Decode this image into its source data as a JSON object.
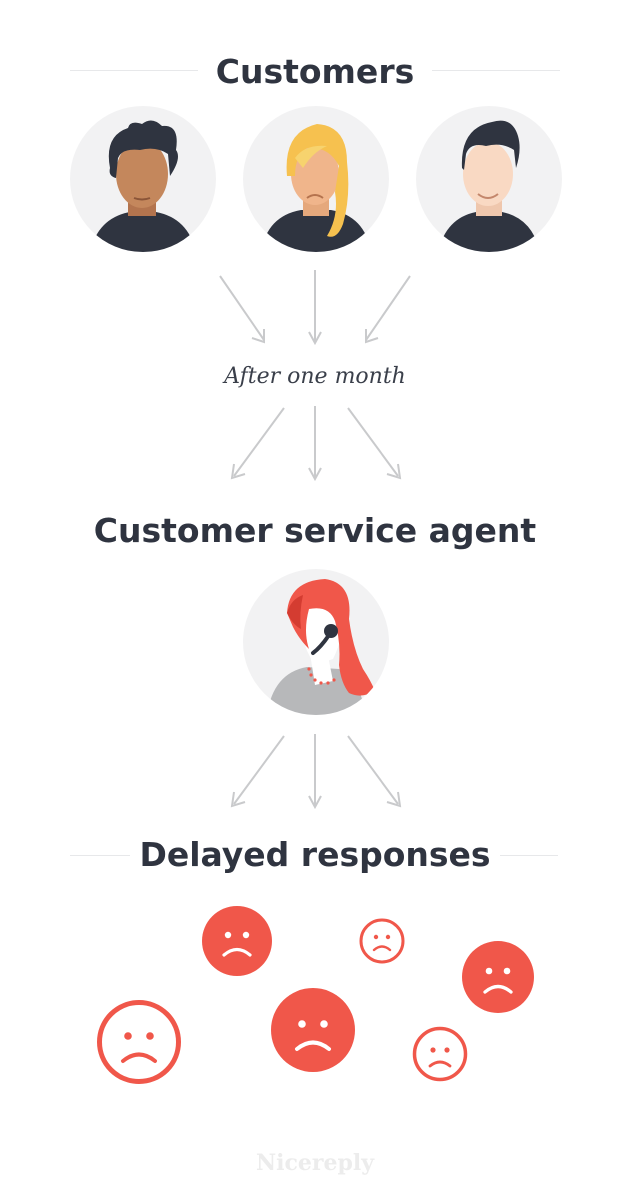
{
  "sections": {
    "customers_title": "Customers",
    "caption": "After one month",
    "agent_title": "Customer service agent",
    "responses_title": "Delayed responses"
  },
  "avatars": {
    "customer_1": "customer-male-dark-skin",
    "customer_2": "customer-female-blonde",
    "customer_3": "customer-male-light-skin",
    "agent": "agent-female-red-hair-headset"
  },
  "brand": {
    "name": "Nicereply"
  },
  "colors": {
    "text": "#2f3440",
    "arrow": "#c9cacc",
    "sad_red": "#f0574a",
    "avatar_bg": "#f2f2f3",
    "agent_hair": "#f0574a",
    "brand": "#ececec"
  }
}
